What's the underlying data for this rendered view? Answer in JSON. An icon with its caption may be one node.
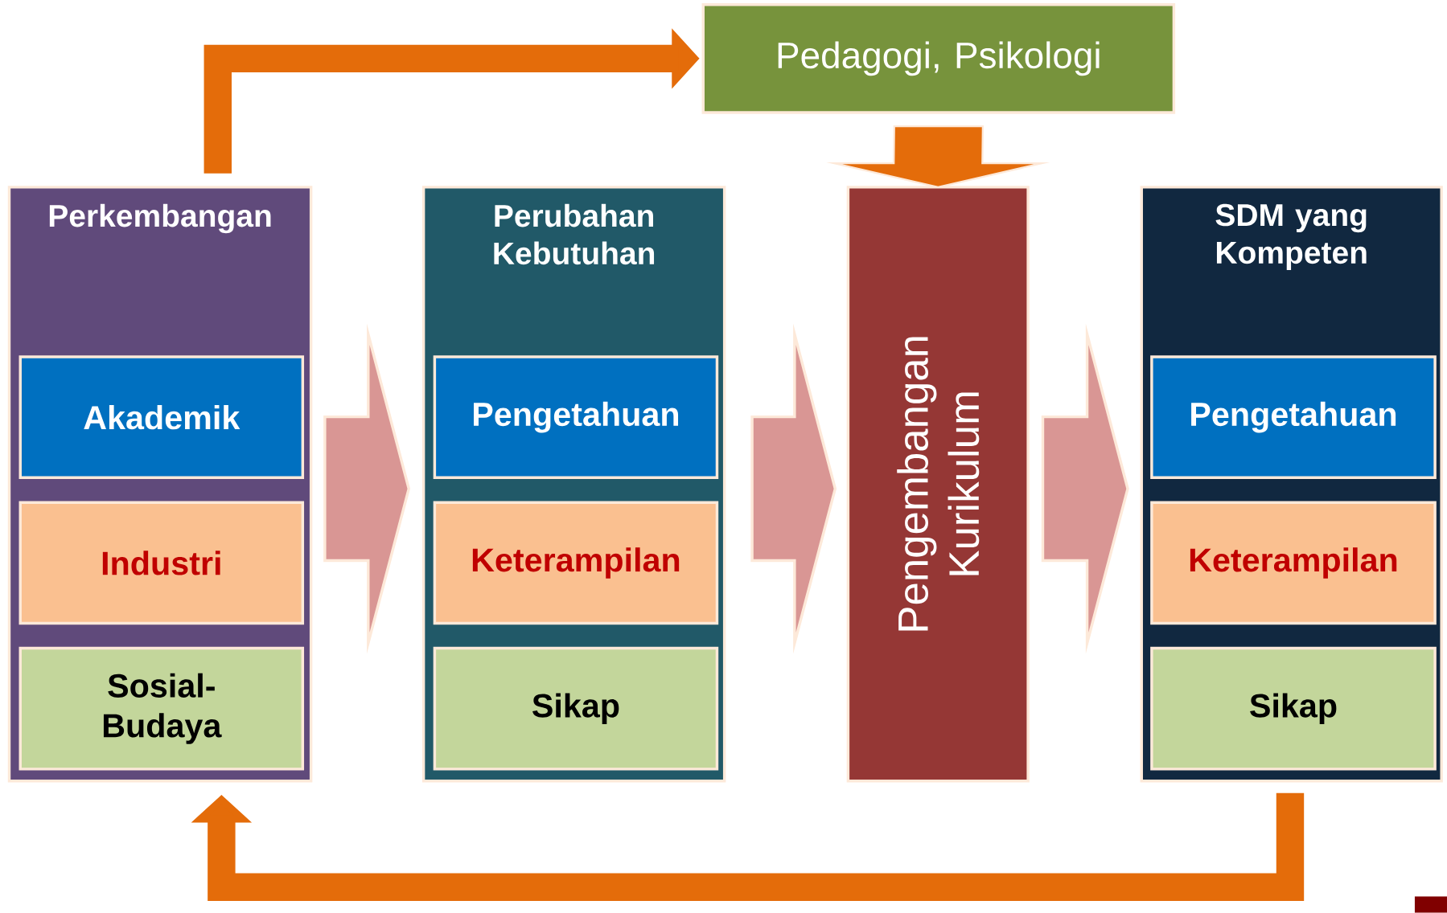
{
  "diagram": {
    "nodes": [
      {
        "text": [
          "Pedagogi, Psikologi"
        ]
      },
      {
        "text": [
          "Perkembangan"
        ]
      },
      {
        "text": [
          "Akademik"
        ],
        "in": 1
      },
      {
        "text": [
          "Industri"
        ],
        "in": 1
      },
      {
        "text": [
          "Sosial- Budaya"
        ],
        "in": 1
      },
      {
        "text": [
          "Perubahan Kebutuhan"
        ]
      },
      {
        "text": [
          "Pengetahuan"
        ],
        "in": 5
      },
      {
        "text": [
          "Keterampilan"
        ],
        "in": 5
      },
      {
        "text": [
          "Sikap"
        ],
        "in": 5
      },
      {
        "text": [
          "Pengembangan Kurikulum"
        ]
      },
      {
        "text": [
          "SDM yang Kompeten"
        ]
      },
      {
        "text": [
          "Pengetahuan"
        ],
        "in": 10
      },
      {
        "text": [
          "Keterampilan"
        ],
        "in": 10
      },
      {
        "text": [
          "Sikap"
        ],
        "in": 10
      }
    ],
    "edges": [
      {
        "from": 1,
        "to": 0,
        "arrow": "to",
        "color": "#e46c0a"
      },
      {
        "from": 0,
        "to": 9,
        "arrow": "to",
        "color": "#e46c0a"
      },
      {
        "from": 1,
        "to": 5,
        "arrow": "to",
        "color": "#d99694"
      },
      {
        "from": 5,
        "to": 9,
        "arrow": "to",
        "color": "#d99694"
      },
      {
        "from": 9,
        "to": 10,
        "arrow": "to",
        "color": "#d99694"
      },
      {
        "from": 10,
        "to": 1,
        "arrow": "to",
        "color": "#e46c0a"
      }
    ]
  }
}
